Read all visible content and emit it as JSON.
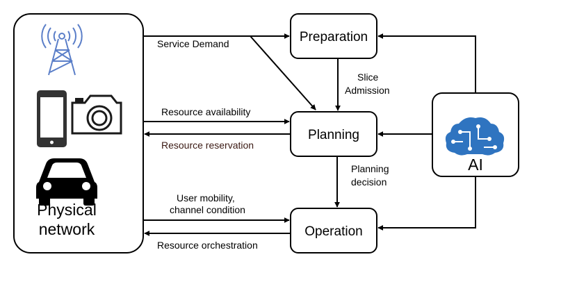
{
  "nodes": {
    "physical": {
      "line1": "Physical",
      "line2": "network"
    },
    "preparation": "Preparation",
    "planning": "Planning",
    "operation": "Operation",
    "ai": "AI"
  },
  "edges": {
    "service_demand": "Service Demand",
    "slice_admission": [
      "Slice",
      "Admission"
    ],
    "resource_availability": "Resource availability",
    "resource_reservation": "Resource reservation",
    "planning_decision": [
      "Planning",
      "decision"
    ],
    "user_mobility": [
      "User mobility,",
      "channel condition"
    ],
    "resource_orchestration": "Resource orchestration"
  },
  "icons": [
    "antenna-tower-icon",
    "smartphone-icon",
    "camera-icon",
    "car-icon",
    "ai-brain-icon"
  ],
  "colors": {
    "icon_blue": "#2f74c0",
    "reservation_text": "#3b1a14"
  }
}
